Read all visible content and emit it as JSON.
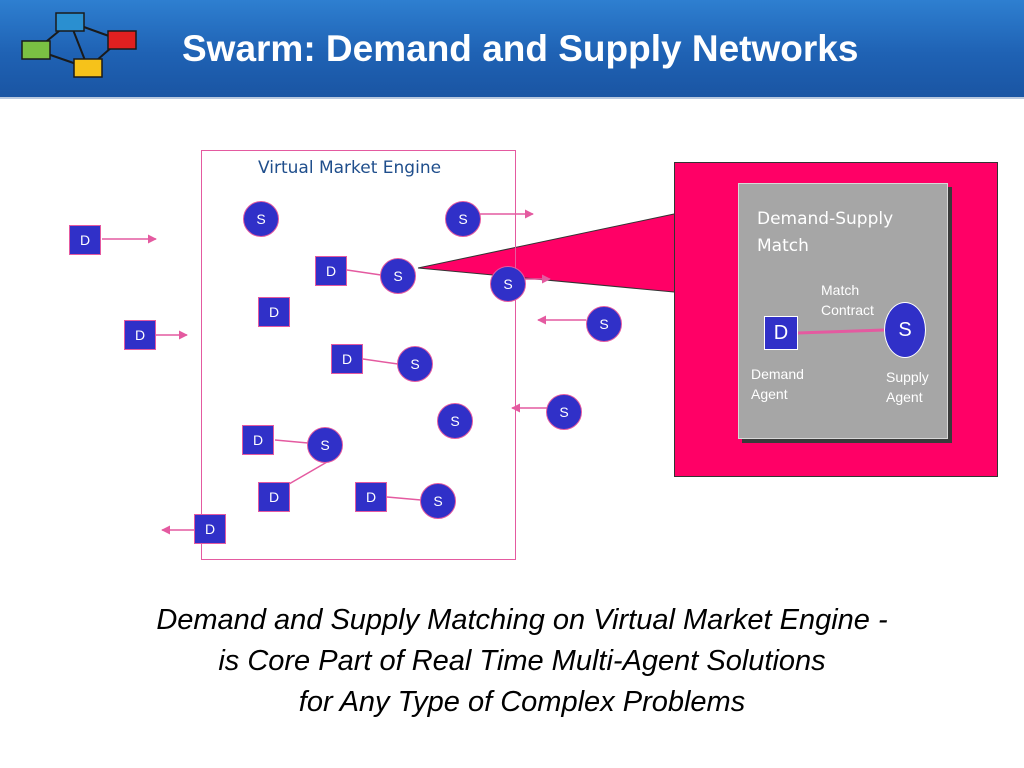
{
  "header": {
    "title": "Swarm: Demand and Supply Networks"
  },
  "colors": {
    "header_blue": "#1f62b4",
    "agent_blue": "#3030c8",
    "link_pink": "#e45aa0",
    "highlight_magenta": "#ff0066",
    "detail_gray": "#a6a6a6"
  },
  "diagram": {
    "market_label": "Virtual Market Engine",
    "demand_symbol": "D",
    "supply_symbol": "S",
    "detail": {
      "title": "Demand-Supply Match",
      "contract_label": "Match Contract",
      "demand_label": "Demand Agent",
      "supply_label": "Supply Agent"
    }
  },
  "caption": {
    "line1": "Demand and Supply Matching on Virtual Market Engine -",
    "line2": "is Core Part of Real Time Multi-Agent Solutions",
    "line3": "for Any Type of Complex Problems"
  }
}
